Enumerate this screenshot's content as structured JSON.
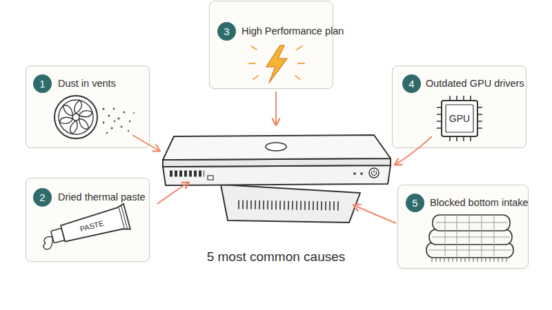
{
  "diagram": {
    "caption": "5 most common causes",
    "nodes": [
      {
        "text": [
          "Dust in vents"
        ]
      },
      {
        "text": [
          "1"
        ],
        "in": 0
      },
      {
        "text": [
          "Dried thermal paste"
        ]
      },
      {
        "text": [
          "2"
        ],
        "in": 2
      },
      {
        "text": [
          "High Performance plan"
        ]
      },
      {
        "text": [
          "3"
        ],
        "in": 4
      },
      {
        "text": [
          "Outdated GPU drivers"
        ]
      },
      {
        "text": [
          "4"
        ],
        "in": 6
      },
      {
        "text": [
          "Blocked bottom intake"
        ]
      },
      {
        "text": [
          "5"
        ],
        "in": 8
      }
    ],
    "labels": [
      "PASTE",
      "GPU"
    ]
  }
}
